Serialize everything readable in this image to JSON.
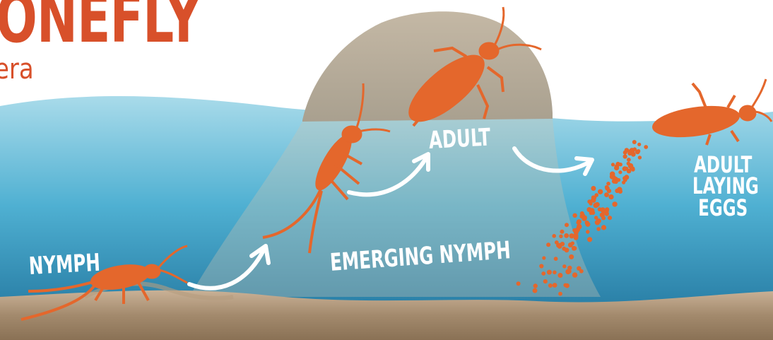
{
  "title": {
    "main": "ONEFLY",
    "sub": "era"
  },
  "stages": {
    "nymph": "NYMPH",
    "emerging": "EMERGING NYMPH",
    "adult": "ADULT",
    "laying": "ADULT LAYING EGGS"
  },
  "colors": {
    "accent": "#d8502a",
    "water": "#4aa7c8",
    "rock": "#b6a791",
    "sediment": "#b79e83",
    "insect": "#e4672c",
    "label": "#ffffff"
  },
  "icons": {
    "arrow": "curved-arrow-icon",
    "egg": "egg-dot"
  }
}
